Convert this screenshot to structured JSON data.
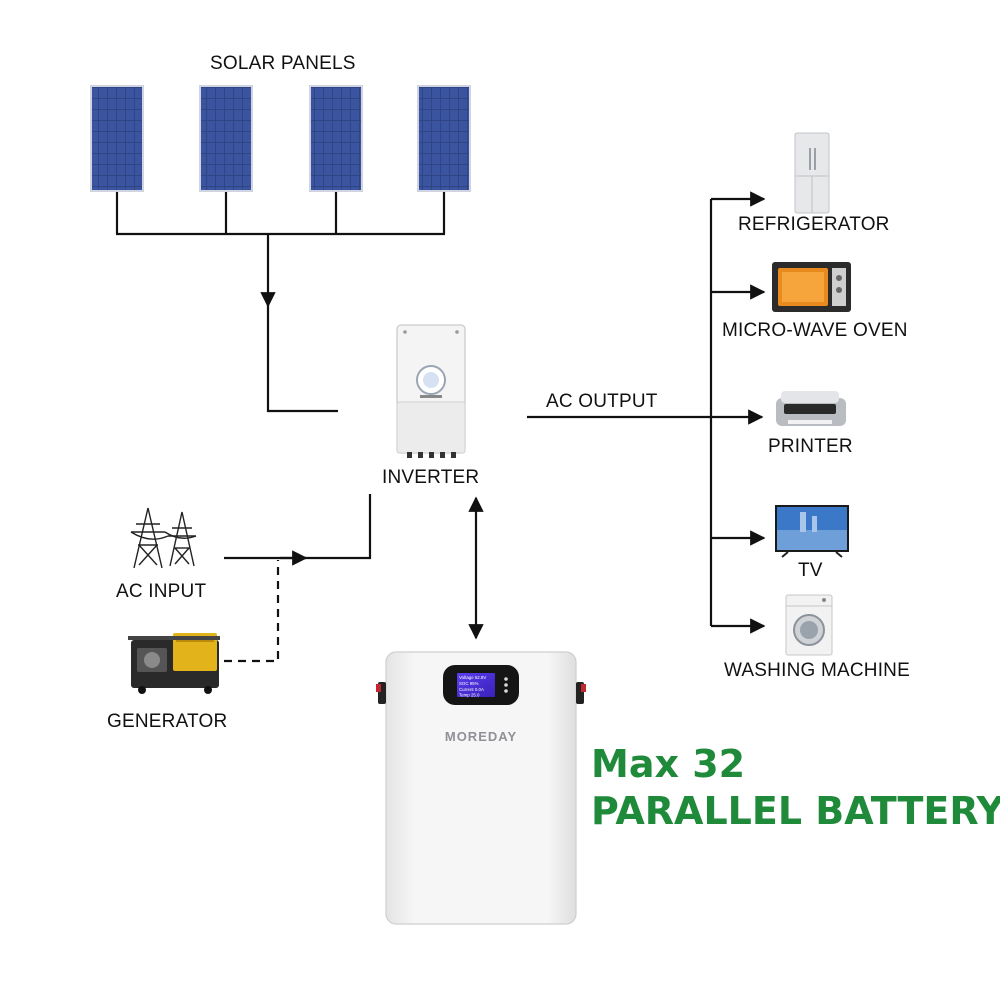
{
  "diagram": {
    "labels": {
      "solar_panels": "SOLAR PANELS",
      "inverter": "INVERTER",
      "ac_output": "AC OUTPUT",
      "ac_input": "AC INPUT",
      "generator": "GENERATOR",
      "refrigerator": "REFRIGERATOR",
      "microwave": "MICRO-WAVE OVEN",
      "printer": "PRINTER",
      "tv": "TV",
      "washing_machine": "WASHING MACHINE"
    },
    "battery": {
      "brand": "MOREDAY",
      "screen_lines": [
        "Voltage  52.8V",
        "SOC       95%",
        "Current  0.0A",
        "Temp     25.0"
      ]
    },
    "headline": {
      "line1": "Max 32",
      "line2": "PARALLEL BATTERY"
    },
    "colors": {
      "headline": "#1f8a3a",
      "line": "#111111",
      "panel": "#2b3d78",
      "battery_body": "#f1f1f1",
      "battery_screen": "#4b2bd1"
    }
  }
}
